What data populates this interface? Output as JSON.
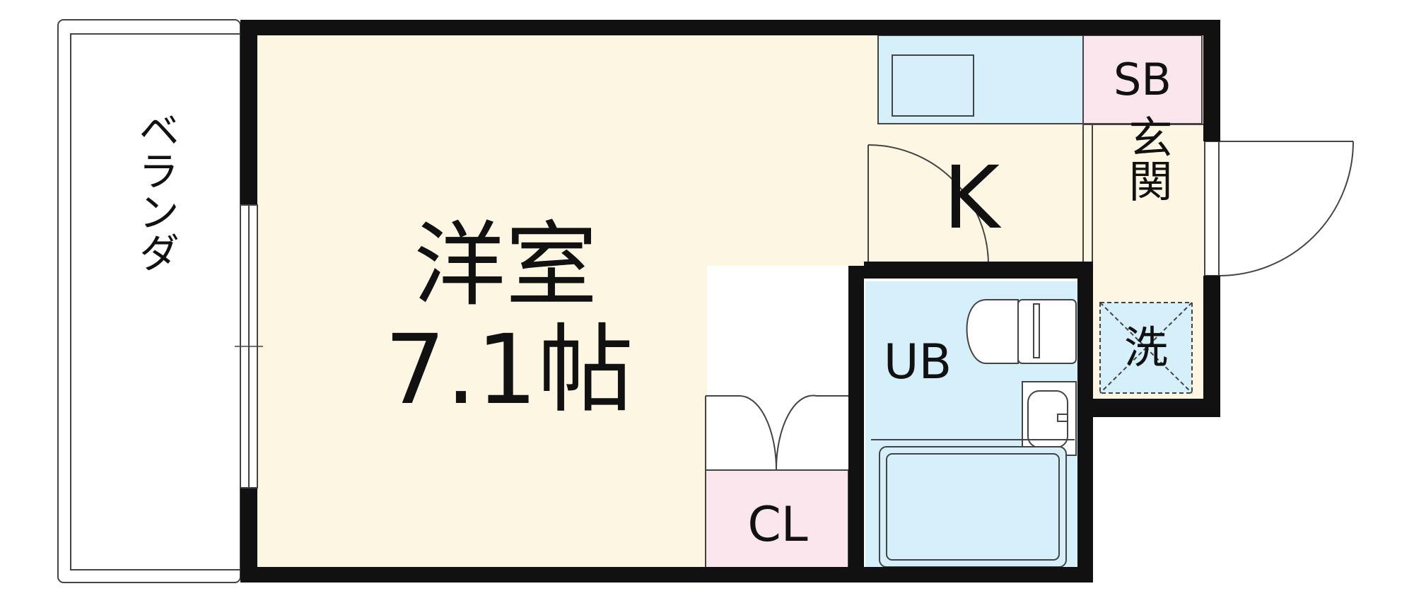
{
  "colors": {
    "room_floor": "#fdf6e3",
    "wet_area": "#d6f0fb",
    "storage": "#fbe6ee",
    "wall": "#111111",
    "line": "#444444",
    "background": "#ffffff"
  },
  "rooms": {
    "balcony": {
      "label": "ベランダ"
    },
    "western_room": {
      "label": "洋室",
      "size": "7.1帖"
    },
    "kitchen": {
      "label": "K"
    },
    "shoe_box": {
      "label": "SB"
    },
    "entrance": {
      "label": "玄関"
    },
    "laundry": {
      "label": "洗"
    },
    "unit_bath": {
      "label": "UB"
    },
    "closet": {
      "label": "CL"
    }
  },
  "icons": [
    "sink-icon",
    "toilet-icon",
    "washbasin-icon",
    "bathtub-icon",
    "door-swing-icon"
  ]
}
